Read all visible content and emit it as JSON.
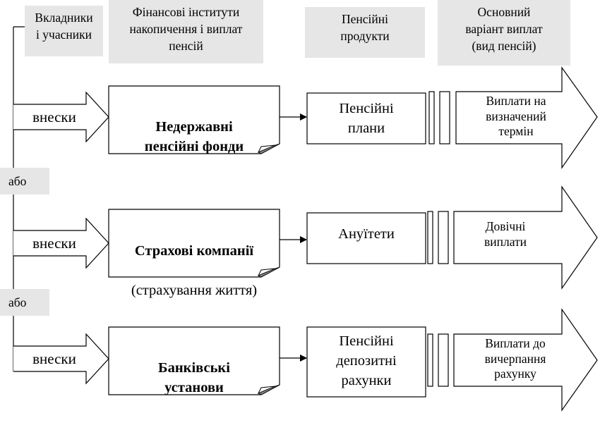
{
  "headers": {
    "contributors": "Вкладники\nі учасники",
    "institutions": "Фінансові інститути\nнакопичення і виплат\nпенсій",
    "products": "Пенсійні\nпродукти",
    "payouts": "Основний\nваріант виплат\n(вид пенсій)"
  },
  "or_label": "або",
  "rows": [
    {
      "contribution": "внески",
      "institution_bold": "Недержавні\nпенсійні фонди",
      "institution_sub": "",
      "product": "Пенсійні\nплани",
      "payout": "Виплати на\nвизначений\nтермін"
    },
    {
      "contribution": "внески",
      "institution_bold": "Страхові компанії",
      "institution_sub": "(страхування життя)",
      "product": "Ануїтети",
      "payout": "Довічні\nвиплати"
    },
    {
      "contribution": "внески",
      "institution_bold": "Банківські\nустанови",
      "institution_sub": "",
      "product": "Пенсійні\nдепозитні\nрахунки",
      "payout": "Виплати до\nвичерпання\nрахунку"
    }
  ]
}
